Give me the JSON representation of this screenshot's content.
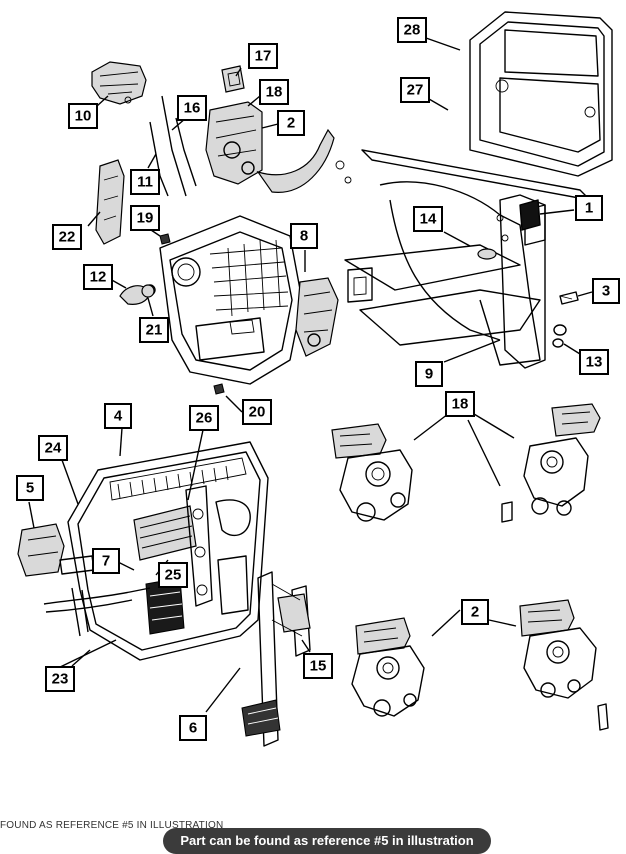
{
  "callouts": [
    {
      "id": "28",
      "label": "28"
    },
    {
      "id": "27",
      "label": "27"
    },
    {
      "id": "17",
      "label": "17"
    },
    {
      "id": "18",
      "label": "18"
    },
    {
      "id": "2",
      "label": "2"
    },
    {
      "id": "10",
      "label": "10"
    },
    {
      "id": "16",
      "label": "16"
    },
    {
      "id": "11",
      "label": "11"
    },
    {
      "id": "22",
      "label": "22"
    },
    {
      "id": "19",
      "label": "19"
    },
    {
      "id": "14",
      "label": "14"
    },
    {
      "id": "1",
      "label": "1"
    },
    {
      "id": "8",
      "label": "8"
    },
    {
      "id": "12",
      "label": "12"
    },
    {
      "id": "21",
      "label": "21"
    },
    {
      "id": "3",
      "label": "3"
    },
    {
      "id": "13",
      "label": "13"
    },
    {
      "id": "9",
      "label": "9"
    },
    {
      "id": "20",
      "label": "20"
    },
    {
      "id": "4",
      "label": "4"
    },
    {
      "id": "26",
      "label": "26"
    },
    {
      "id": "18b",
      "label": "18"
    },
    {
      "id": "24",
      "label": "24"
    },
    {
      "id": "5",
      "label": "5"
    },
    {
      "id": "7",
      "label": "7"
    },
    {
      "id": "25",
      "label": "25"
    },
    {
      "id": "23",
      "label": "23"
    },
    {
      "id": "2b",
      "label": "2"
    },
    {
      "id": "15",
      "label": "15"
    },
    {
      "id": "6",
      "label": "6"
    }
  ],
  "caption": {
    "line_text": "FOUND AS REFERENCE #5 IN ILLUSTRATION",
    "pill_text": "Part can be found as reference #5 in illustration"
  }
}
